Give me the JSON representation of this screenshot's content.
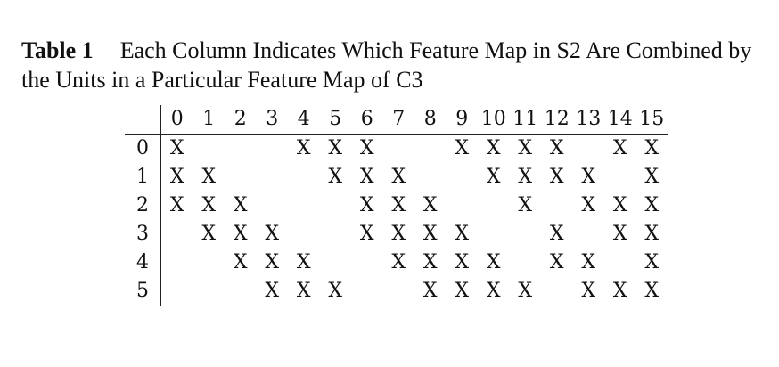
{
  "caption": {
    "label": "Table 1",
    "text": "Each Column Indicates Which Feature Map in S2 Are Combined by the Units in a Particular Feature Map of C3"
  },
  "table": {
    "columns": [
      "0",
      "1",
      "2",
      "3",
      "4",
      "5",
      "6",
      "7",
      "8",
      "9",
      "10",
      "11",
      "12",
      "13",
      "14",
      "15"
    ],
    "rows": [
      {
        "label": "0",
        "cells": [
          "X",
          "",
          "",
          "",
          "X",
          "X",
          "X",
          "",
          "",
          "X",
          "X",
          "X",
          "X",
          "",
          "X",
          "X"
        ]
      },
      {
        "label": "1",
        "cells": [
          "X",
          "X",
          "",
          "",
          "",
          "X",
          "X",
          "X",
          "",
          "",
          "X",
          "X",
          "X",
          "X",
          "",
          "X"
        ]
      },
      {
        "label": "2",
        "cells": [
          "X",
          "X",
          "X",
          "",
          "",
          "",
          "X",
          "X",
          "X",
          "",
          "",
          "X",
          "",
          "X",
          "X",
          "X"
        ]
      },
      {
        "label": "3",
        "cells": [
          "",
          "X",
          "X",
          "X",
          "",
          "",
          "X",
          "X",
          "X",
          "X",
          "",
          "",
          "X",
          "",
          "X",
          "X"
        ]
      },
      {
        "label": "4",
        "cells": [
          "",
          "",
          "X",
          "X",
          "X",
          "",
          "",
          "X",
          "X",
          "X",
          "X",
          "",
          "X",
          "X",
          "",
          "X"
        ]
      },
      {
        "label": "5",
        "cells": [
          "",
          "",
          "",
          "X",
          "X",
          "X",
          "",
          "",
          "X",
          "X",
          "X",
          "X",
          "",
          "X",
          "X",
          "X"
        ]
      }
    ]
  }
}
